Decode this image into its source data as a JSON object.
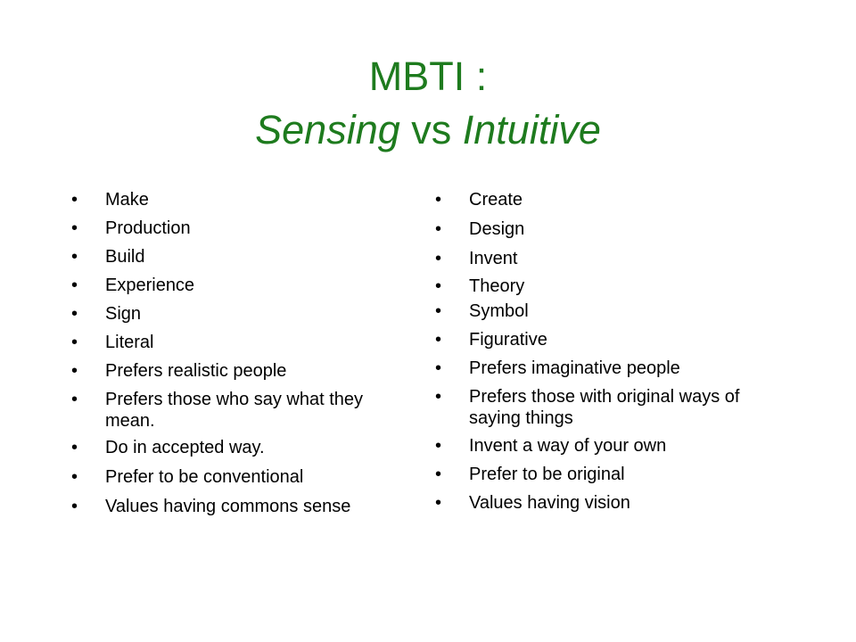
{
  "title": {
    "prefix": "MBTI :",
    "left_term": "Sensing",
    "connector": " vs ",
    "right_term": "Intuitive"
  },
  "left_column": {
    "items": [
      "Make",
      "Production",
      "Build",
      "Experience",
      "Sign",
      "Literal",
      "Prefers realistic people",
      "Prefers those who say what they mean.",
      "Do in accepted way.",
      "Prefer to be conventional",
      "Values having commons sense"
    ]
  },
  "right_column": {
    "items": [
      "Create",
      "Design",
      "Invent",
      "Theory",
      "Symbol",
      "Figurative",
      "Prefers imaginative people",
      "Prefers those with original ways of saying things",
      "Invent a way of your own",
      "Prefer to be original",
      "Values having vision"
    ]
  },
  "bullet_glyph": "•",
  "colors": {
    "title": "#1e7b1e",
    "text": "#000000",
    "background": "#ffffff"
  }
}
